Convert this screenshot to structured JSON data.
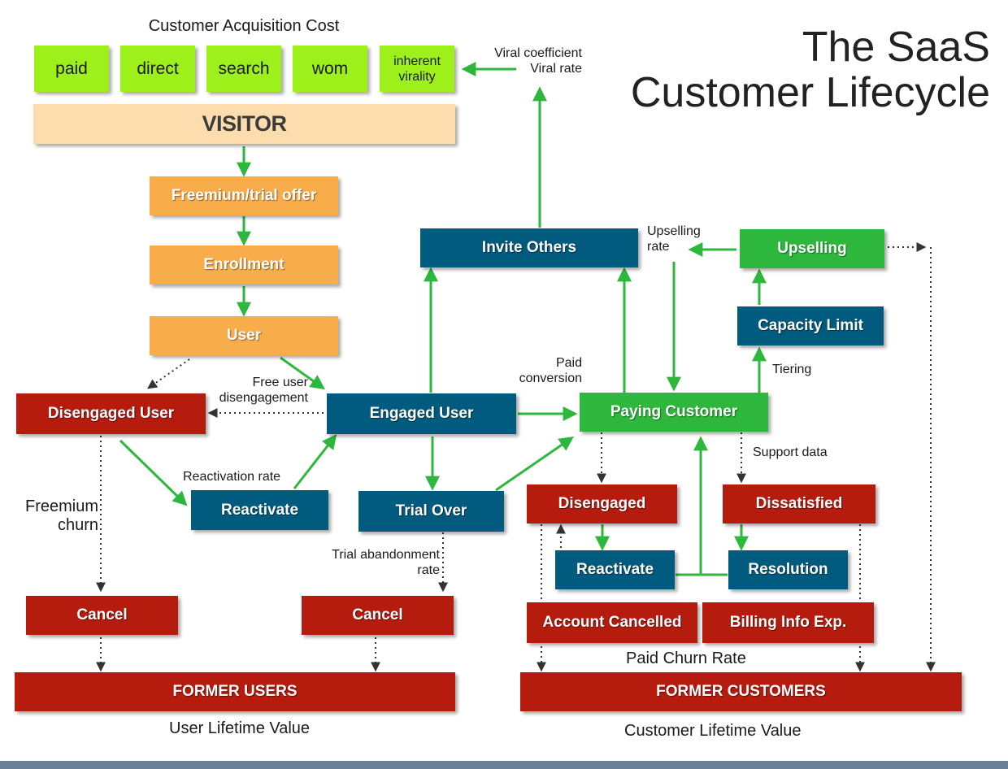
{
  "title": {
    "line1": "The SaaS",
    "line2": "Customer Lifecycle"
  },
  "acquisition": {
    "heading": "Customer Acquisition Cost",
    "channels": [
      "paid",
      "direct",
      "search",
      "wom"
    ],
    "virality_line1": "inherent",
    "virality_line2": "virality"
  },
  "nodes": {
    "visitor": "VISITOR",
    "freemium_offer": "Freemium/trial offer",
    "enrollment": "Enrollment",
    "user": "User",
    "disengaged_user": "Disengaged User",
    "engaged_user": "Engaged User",
    "reactivate_free": "Reactivate",
    "trial_over": "Trial Over",
    "invite_others": "Invite Others",
    "paying_customer": "Paying Customer",
    "upselling": "Upselling",
    "capacity_limit": "Capacity Limit",
    "disengaged": "Disengaged",
    "dissatisfied": "Dissatisfied",
    "reactivate_paid": "Reactivate",
    "resolution": "Resolution",
    "account_cancelled": "Account Cancelled",
    "billing_info_exp": "Billing Info Exp.",
    "cancel_freemium": "Cancel",
    "cancel_trial": "Cancel",
    "former_users": "FORMER USERS",
    "former_customers": "FORMER CUSTOMERS"
  },
  "labels": {
    "viral_coefficient": "Viral coefficient",
    "viral_rate": "Viral rate",
    "upselling_rate_1": "Upselling",
    "upselling_rate_2": "rate",
    "paid_conversion_1": "Paid",
    "paid_conversion_2": "conversion",
    "free_user_disengagement_1": "Free user",
    "free_user_disengagement_2": "disengagement",
    "tiering": "Tiering",
    "support_data": "Support data",
    "reactivation_rate": "Reactivation rate",
    "freemium_churn_1": "Freemium",
    "freemium_churn_2": "churn",
    "trial_abandonment_1": "Trial abandonment",
    "trial_abandonment_2": "rate",
    "paid_churn_rate": "Paid Churn Rate",
    "user_lifetime_value": "User Lifetime Value",
    "customer_lifetime_value": "Customer Lifetime Value"
  },
  "colors": {
    "arrow_green": "#2eb73d",
    "dotted_arrow": "#333333",
    "blue_box": "#005b7f",
    "red_box": "#b51c0e",
    "orange_box": "#f8ac4a",
    "lime_box": "#9ef01a"
  }
}
